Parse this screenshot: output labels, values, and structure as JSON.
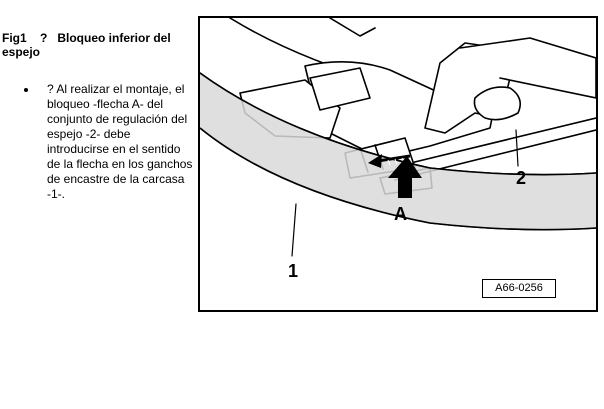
{
  "caption": {
    "text": "Fig1    ?   Bloqueo inferior del espejo"
  },
  "instructions": [
    "? Al realizar el montaje, el bloqueo -flecha A- del conjunto de regulación del espejo -2- debe introducirse en el sentido de la flecha en los ganchos de encastre de la carcasa -1-."
  ],
  "figure": {
    "callouts": {
      "arrow_label": "A",
      "part_1": "1",
      "part_2": "2"
    },
    "figure_id": "A66-0256"
  }
}
